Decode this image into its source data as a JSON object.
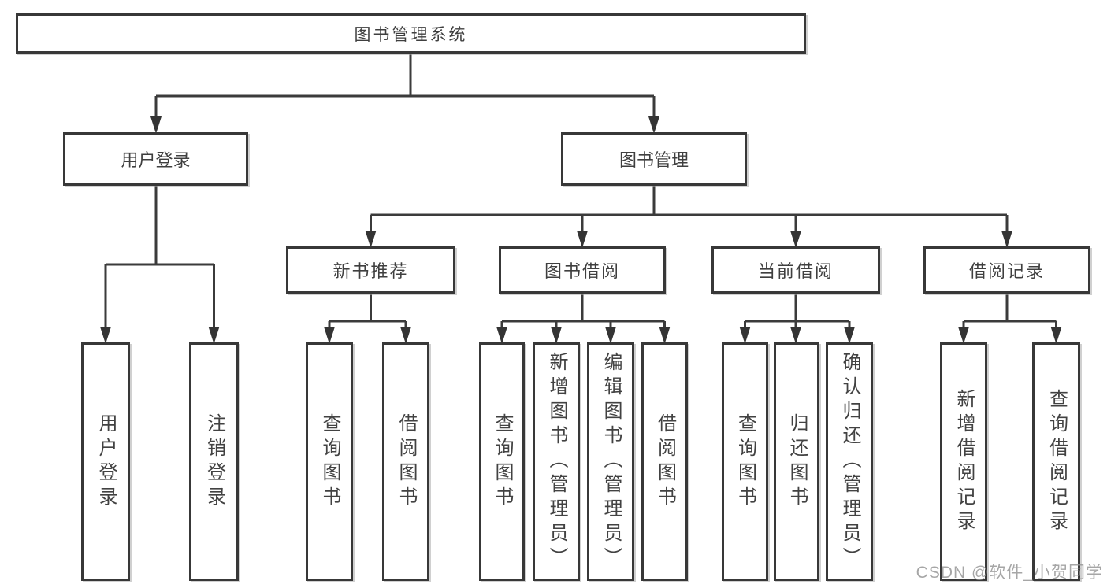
{
  "diagram": {
    "root": {
      "label": "图书管理系统"
    },
    "user_login_branch": {
      "label": "用户登录",
      "children": [
        {
          "label": "用户登录"
        },
        {
          "label": "注销登录"
        }
      ]
    },
    "book_management_branch": {
      "label": "图书管理",
      "sections": [
        {
          "label": "新书推荐",
          "children": [
            {
              "label": "查询图书"
            },
            {
              "label": "借阅图书"
            }
          ]
        },
        {
          "label": "图书借阅",
          "children": [
            {
              "label": "查询图书"
            },
            {
              "label": "新增图书（管理员）"
            },
            {
              "label": "编辑图书（管理员）"
            },
            {
              "label": "借阅图书"
            }
          ]
        },
        {
          "label": "当前借阅",
          "children": [
            {
              "label": "查询图书"
            },
            {
              "label": "归还图书"
            },
            {
              "label": "确认归还（管理员）"
            }
          ]
        },
        {
          "label": "借阅记录",
          "children": [
            {
              "label": "新增借阅记录"
            },
            {
              "label": "查询借阅记录"
            }
          ]
        }
      ]
    },
    "colors": {
      "box_border": "#383838",
      "text": "#3f3f3f",
      "line": "#3b3b3b",
      "background": "#ffffff",
      "watermark": "#969696"
    }
  },
  "watermark": {
    "text": "CSDN @软件_小贺同学"
  }
}
